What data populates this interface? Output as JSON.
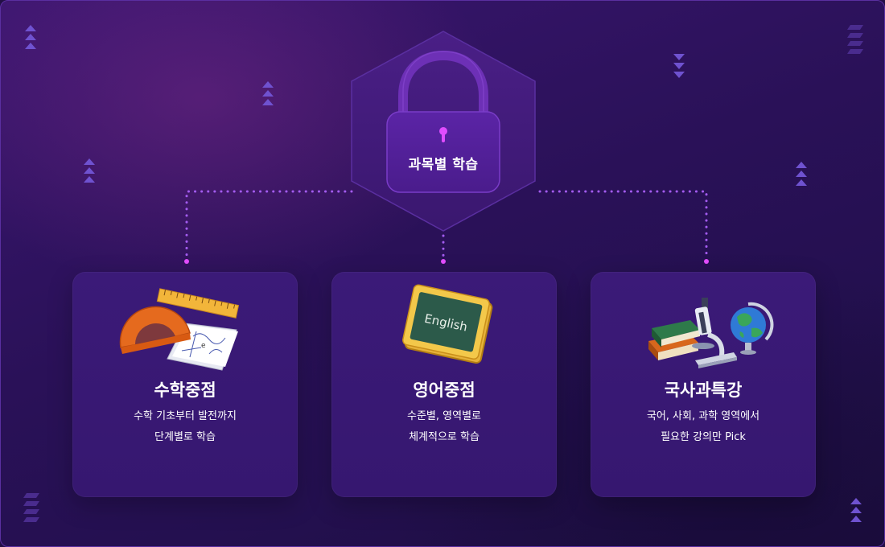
{
  "center": {
    "label": "과목별 학습",
    "icon": "lock-icon"
  },
  "cards": [
    {
      "title": "수학중점",
      "desc_line1": "수학 기초부터 발전까지",
      "desc_line2": "단계별로 학습",
      "icon": "ruler-protractor-icon"
    },
    {
      "title": "영어중점",
      "desc_line1": "수준별, 영역별로",
      "desc_line2": "체계적으로 학습",
      "icon": "chalkboard-icon",
      "board_text": "English"
    },
    {
      "title": "국사과특강",
      "desc_line1": "국어, 사회, 과학 영역에서",
      "desc_line2": "필요한 강의만 Pick",
      "icon": "science-books-globe-icon"
    }
  ],
  "colors": {
    "background": "#2a1158",
    "card": "#3a1975",
    "accent_pink": "#e040fb",
    "connector_purple": "#a855f7",
    "arrow": "#6b4fc8"
  }
}
